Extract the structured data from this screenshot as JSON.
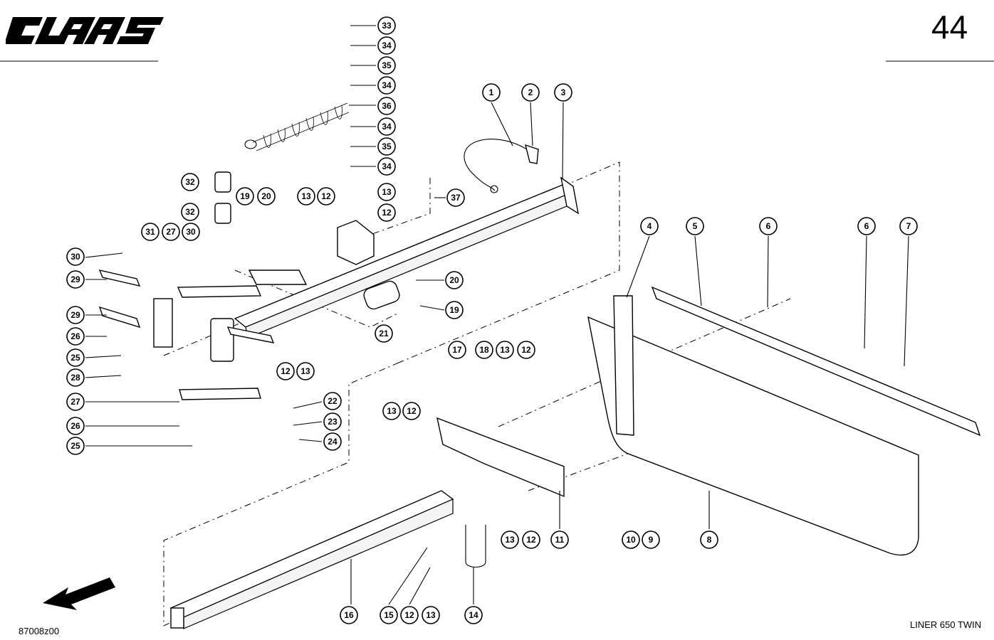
{
  "brand": "CLAAS",
  "page_number": "44",
  "drawing_code": "87008z00",
  "model": "LINER 650 TWIN",
  "callouts": [
    "33",
    "34",
    "35",
    "34",
    "36",
    "34",
    "35",
    "34",
    "13",
    "12",
    "37",
    "13",
    "12",
    "19",
    "20",
    "32",
    "32",
    "1",
    "2",
    "3",
    "4",
    "5",
    "6",
    "6",
    "7",
    "31",
    "27",
    "30",
    "30",
    "29",
    "29",
    "26",
    "25",
    "28",
    "27",
    "26",
    "25",
    "20",
    "19",
    "21",
    "12",
    "13",
    "22",
    "23",
    "24",
    "17",
    "18",
    "13",
    "12",
    "13",
    "12",
    "13",
    "12",
    "11",
    "10",
    "9",
    "8",
    "16",
    "15",
    "12",
    "13",
    "14"
  ]
}
